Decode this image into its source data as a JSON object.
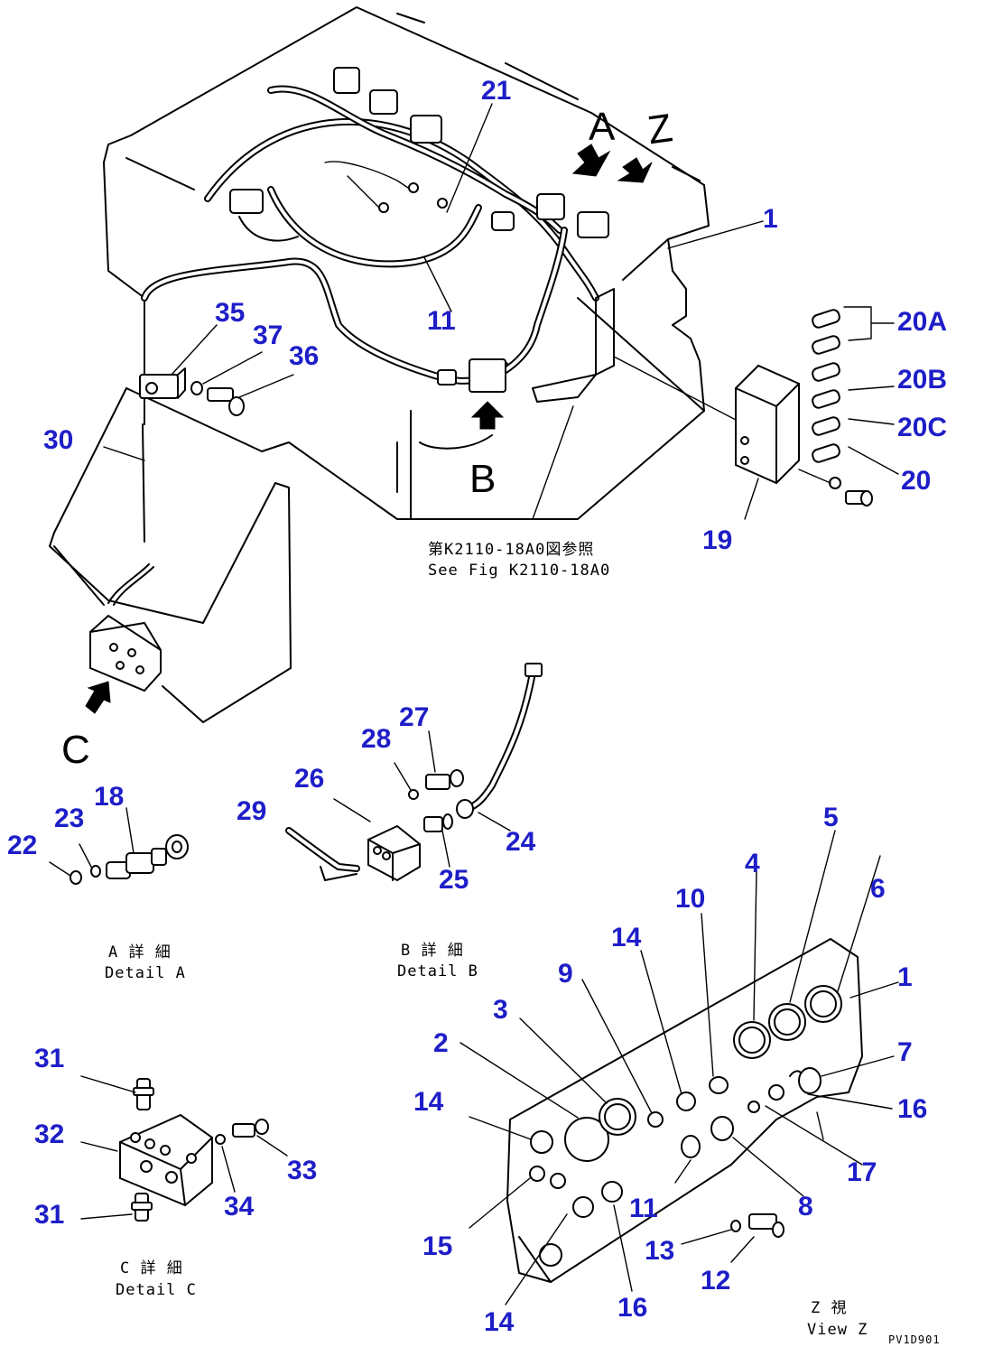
{
  "callouts": {
    "n1_top": "1",
    "n11_top": "11",
    "n19": "19",
    "n20A": "20A",
    "n20B": "20B",
    "n20C": "20C",
    "n20": "20",
    "n21": "21",
    "n30": "30",
    "n35": "35",
    "n36": "36",
    "n37": "37",
    "n18": "18",
    "n22": "22",
    "n23": "23",
    "n24": "24",
    "n25": "25",
    "n26": "26",
    "n27": "27",
    "n28": "28",
    "n29": "29",
    "n31_top": "31",
    "n31_bot": "31",
    "n32": "32",
    "n33": "33",
    "n34": "34",
    "n2": "2",
    "n3": "3",
    "n4": "4",
    "n5": "5",
    "n6": "6",
    "n7": "7",
    "n8": "8",
    "n9": "9",
    "n10": "10",
    "n11_z": "11",
    "n12": "12",
    "n13": "13",
    "n14_a": "14",
    "n14_b": "14",
    "n14_c": "14",
    "n15": "15",
    "n16_a": "16",
    "n16_b": "16",
    "n17": "17",
    "n1_z": "1"
  },
  "view_letters": {
    "A": "A",
    "B": "B",
    "C": "C",
    "Z": "Z"
  },
  "captions": {
    "see_fig_jp": "第K2110-18A0図参照",
    "see_fig_en": "See Fig K2110-18A0",
    "detail_a_jp": "A 詳 細",
    "detail_a_en": "Detail A",
    "detail_b_jp": "B 詳 細",
    "detail_b_en": "Detail B",
    "detail_c_jp": "C 詳 細",
    "detail_c_en": "Detail C",
    "view_z_jp": "Z 視",
    "view_z_en": "View Z"
  },
  "corner_code": "PV1D901",
  "colors": {
    "callout": "#1e1ec8",
    "line": "#000000"
  }
}
